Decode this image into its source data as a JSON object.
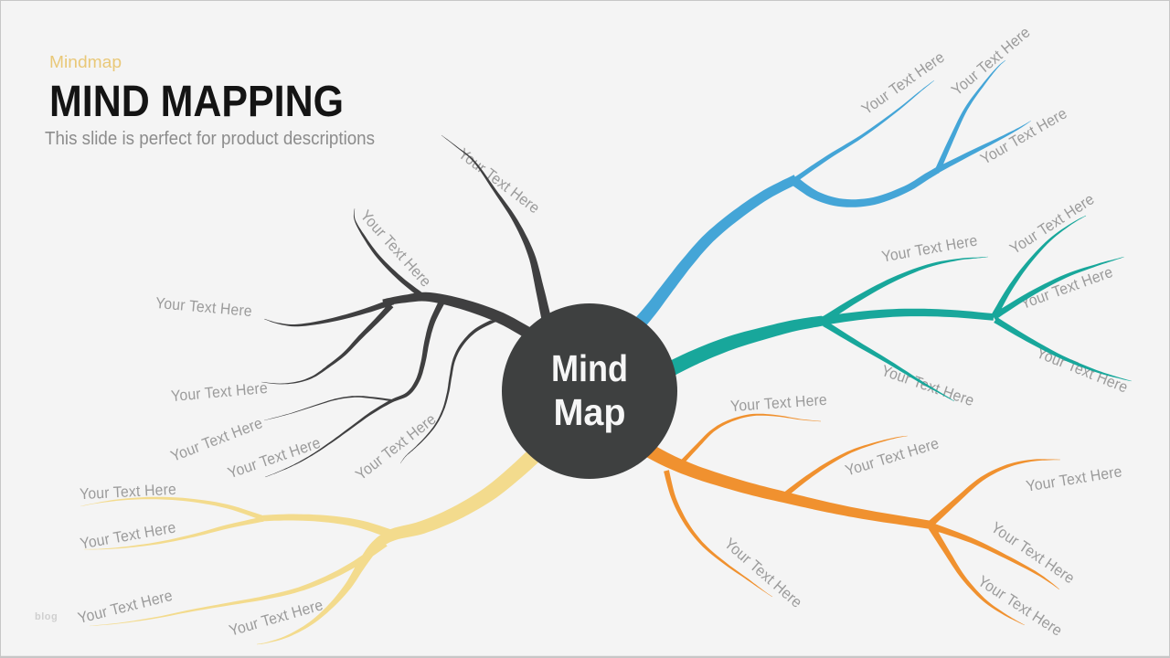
{
  "slide": {
    "background_color": "#f4f4f4",
    "border_color": "#c7c7c7",
    "eyebrow": "Mindmap",
    "eyebrow_color": "#e9c878",
    "title": "MIND MAPPING",
    "title_color": "#141414",
    "subtitle": "This slide is perfect for product descriptions",
    "subtitle_color": "#8c8c8c",
    "watermark": "blog"
  },
  "center_node": {
    "line1": "Mind",
    "line2": "Map",
    "fill": "#3e4040",
    "text_color": "#f6f6f6"
  },
  "label_color": "#9b9b9b",
  "branches": [
    {
      "name": "dark",
      "color": "#3f3f40",
      "labels": [
        "Your Text Here",
        "Your Text Here",
        "Your Text Here",
        "Your Text Here",
        "Your Text Here",
        "Your Text Here",
        "Your Text Here"
      ]
    },
    {
      "name": "blue",
      "color": "#44a5d7",
      "labels": [
        "Your Text Here",
        "Your Text Here",
        "Your Text Here"
      ]
    },
    {
      "name": "teal",
      "color": "#18a79b",
      "labels": [
        "Your Text Here",
        "Your Text Here",
        "Your Text Here",
        "Your Text Here",
        "Your Text Here"
      ]
    },
    {
      "name": "orange",
      "color": "#f0912f",
      "labels": [
        "Your Text Here",
        "Your Text Here",
        "Your Text Here",
        "Your Text Here",
        "Your Text Here",
        "Your Text Here"
      ]
    },
    {
      "name": "yellow",
      "color": "#f3db8d",
      "labels": [
        "Your Text Here",
        "Your Text Here",
        "Your Text Here",
        "Your Text Here"
      ]
    }
  ]
}
